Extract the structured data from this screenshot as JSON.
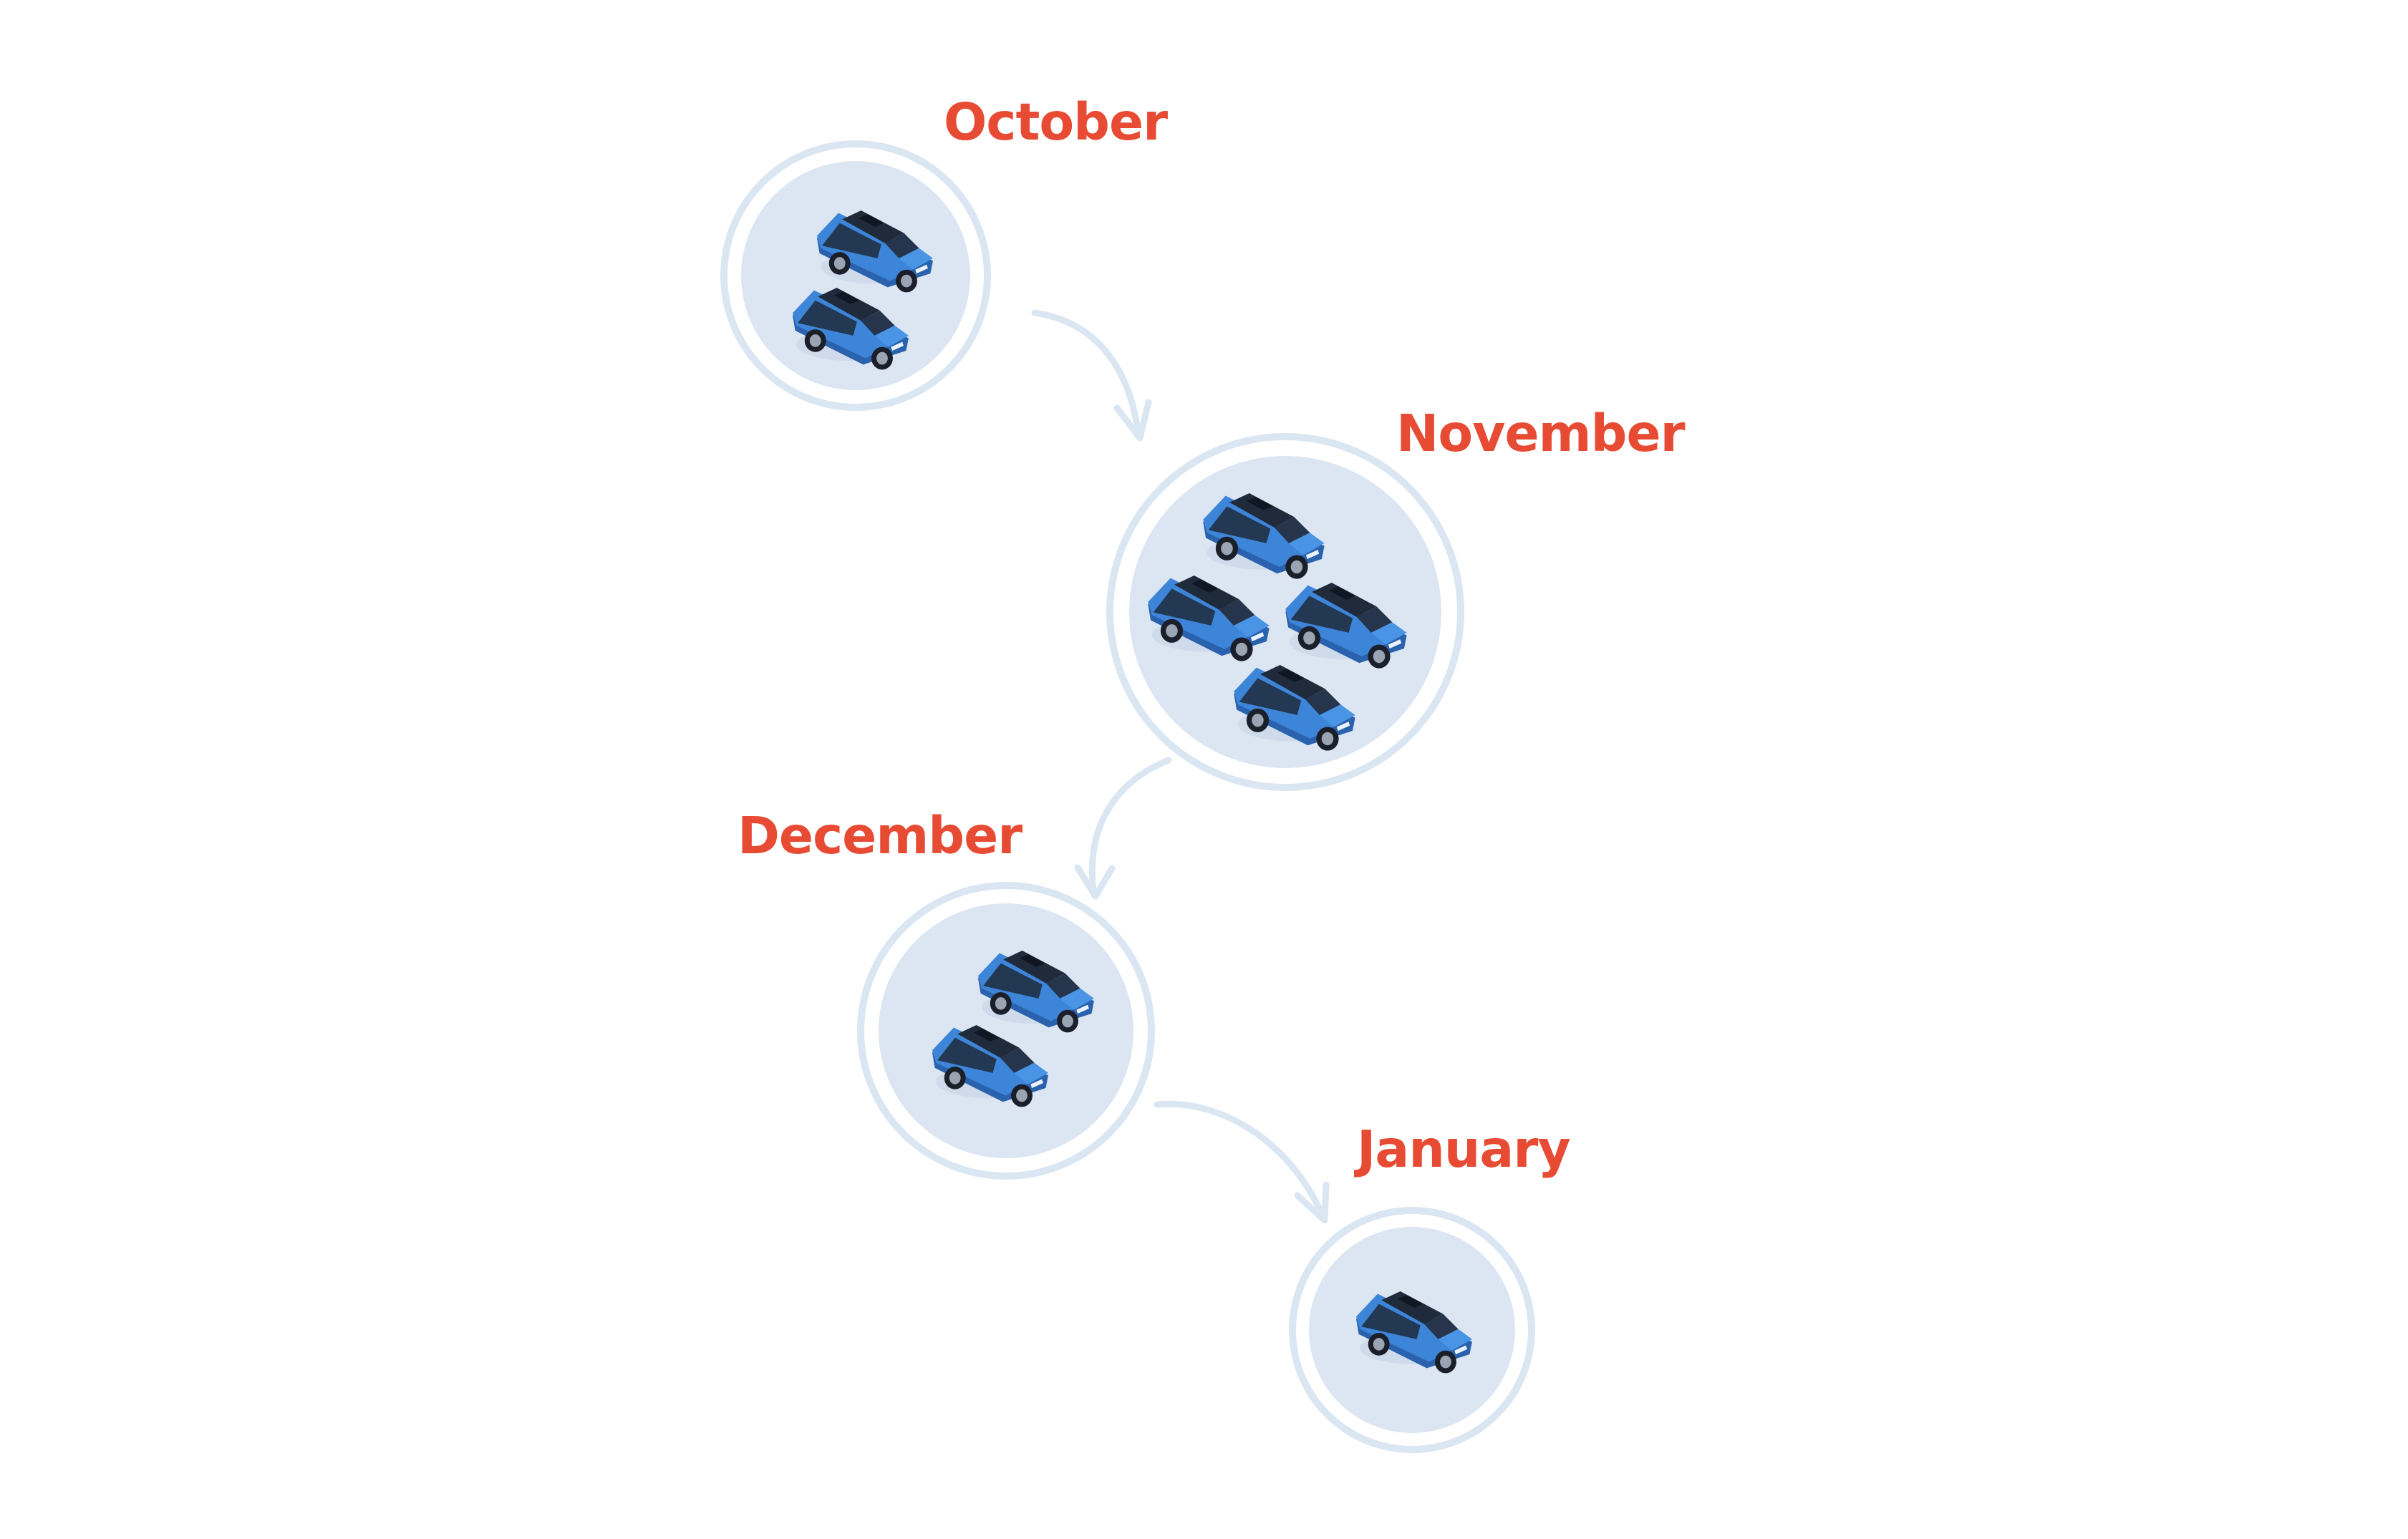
{
  "months": [
    {
      "label": "October",
      "cars": 2
    },
    {
      "label": "November",
      "cars": 4
    },
    {
      "label": "December",
      "cars": 2
    },
    {
      "label": "January",
      "cars": 1
    }
  ],
  "icons": {
    "vehicle": "car-icon",
    "flow": "curved-arrow-icon"
  },
  "colors": {
    "label": "#e84b33",
    "car_body": "#3d85d9",
    "car_shadow": "#2a62ad",
    "window": "#1f2a3a",
    "circle_fill": "#dce6f2",
    "circle_ring": "#dbe6f3"
  }
}
